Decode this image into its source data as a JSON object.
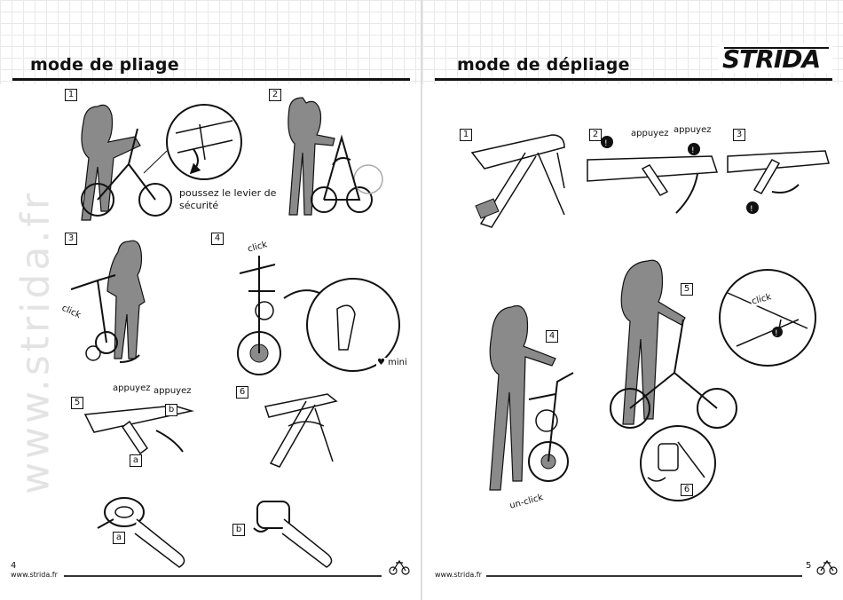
{
  "left_page": {
    "title": "mode de pliage",
    "side_watermark": "www.strida.fr",
    "steps": [
      "1",
      "2",
      "3",
      "4",
      "5",
      "6"
    ],
    "caption_lever": "poussez le levier de sécurité",
    "click_label": "click",
    "appuyez_1": "appuyez",
    "appuyez_2": "appuyez",
    "label_a": "a",
    "label_b": "b",
    "mini_label": "mini",
    "page_number": "4",
    "footer_url": "www.strida.fr"
  },
  "right_page": {
    "title": "mode de dépliage",
    "logo_text": "STRIDA",
    "steps": [
      "1",
      "2",
      "3",
      "4",
      "5",
      "6"
    ],
    "appuyez_1": "appuyez",
    "appuyez_2": "appuyez",
    "click_label": "click",
    "unclick_label": "un-click",
    "page_number": "5",
    "footer_url": "www.strida.fr"
  },
  "colors": {
    "figure_fill": "#8a8a8a",
    "line": "#111111",
    "grid": "#e9e9e9",
    "watermark": "#e3e3e3"
  }
}
